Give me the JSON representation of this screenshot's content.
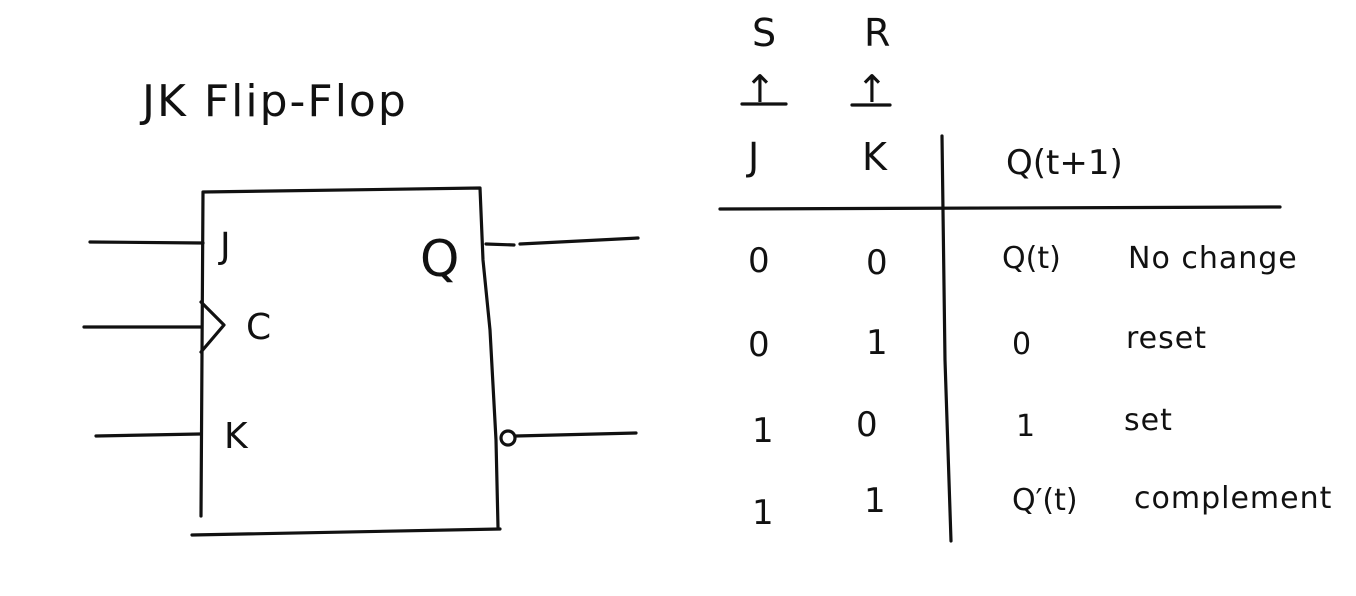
{
  "diagram": {
    "title": "JK  Flip-Flop",
    "block": {
      "pin_j": "J",
      "pin_c": "C",
      "pin_k": "K",
      "pin_q": "Q"
    }
  },
  "truth_table": {
    "alias_s": "S",
    "alias_r": "R",
    "arrow_glyph": "↑",
    "col_j": "J",
    "col_k": "K",
    "col_out": "Q(t+1)",
    "rows": [
      {
        "j": "0",
        "k": "0",
        "q": "Q(t)",
        "desc": "No change"
      },
      {
        "j": "0",
        "k": "1",
        "q": "0",
        "desc": "reset"
      },
      {
        "j": "1",
        "k": "0",
        "q": "1",
        "desc": "set"
      },
      {
        "j": "1",
        "k": "1",
        "q": "Q′(t)",
        "desc": "complement"
      }
    ]
  }
}
